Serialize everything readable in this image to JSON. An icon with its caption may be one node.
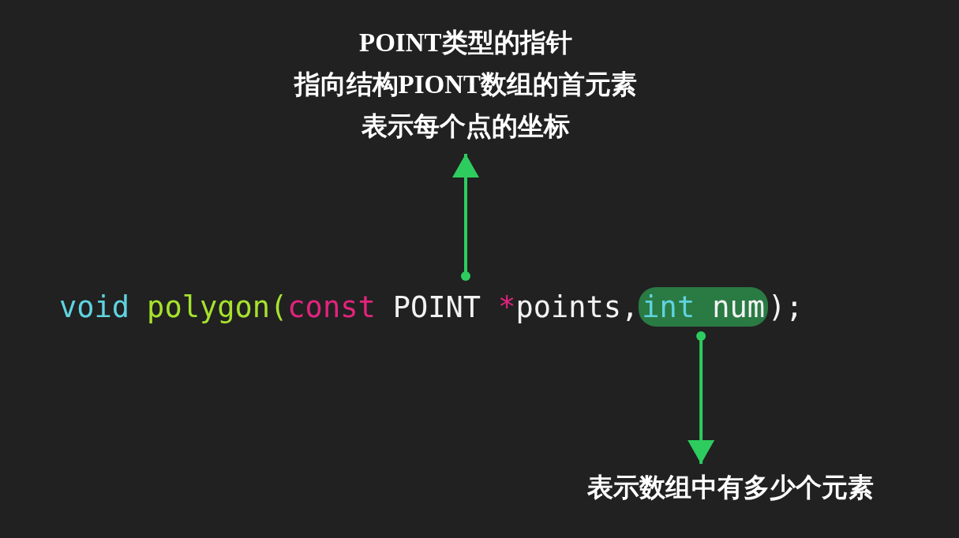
{
  "diagram": {
    "nodes": [
      {
        "text": [
          "POINT类型的指针",
          "指向结构PIONT数组的首元素",
          "表示每个点的坐标"
        ]
      },
      {
        "text": [
          "void",
          "polygon(",
          "const",
          "POINT",
          "*",
          "points,",
          ");"
        ]
      },
      {
        "text": [
          "int",
          "num"
        ],
        "in": 1
      },
      {
        "text": [
          "表示数组中有多少个元素"
        ]
      }
    ],
    "edges": [
      {
        "from": 1,
        "to": 0,
        "arrow": "to"
      },
      {
        "from": 2,
        "to": 3,
        "arrow": "to"
      }
    ]
  }
}
